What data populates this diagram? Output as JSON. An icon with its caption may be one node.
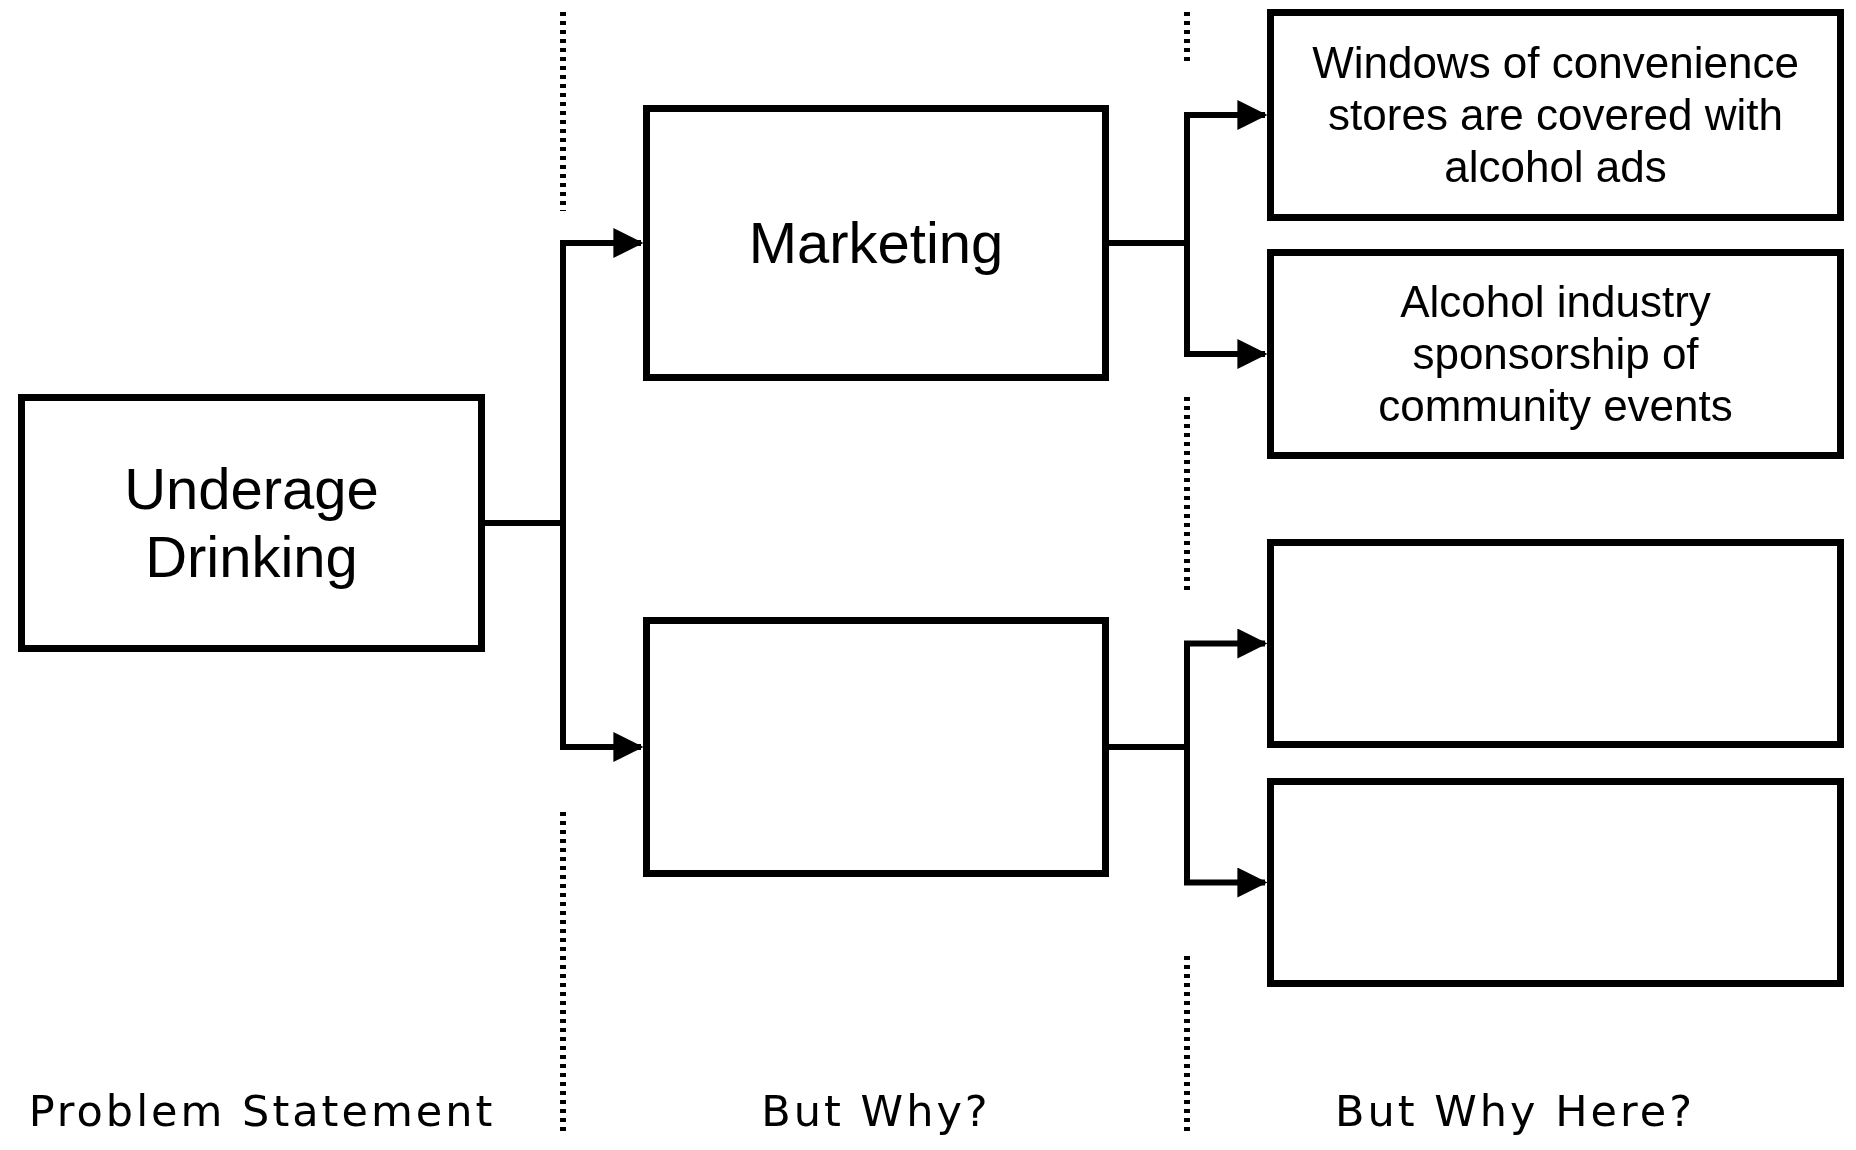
{
  "diagram": {
    "nodes": [
      {
        "text": [
          "Underage Drinking"
        ]
      },
      {
        "text": [
          "Marketing"
        ]
      },
      {
        "text": [],
        "shape": "box"
      },
      {
        "text": [
          "Windows of convenience stores are covered with alcohol ads"
        ]
      },
      {
        "text": [
          "Alcohol industry sponsorship of community events"
        ]
      },
      {
        "text": [],
        "shape": "box"
      },
      {
        "text": [],
        "shape": "box"
      }
    ],
    "edges": [
      {
        "from": 0,
        "to": 1,
        "arrow": "to"
      },
      {
        "from": 0,
        "to": 2,
        "arrow": "to"
      },
      {
        "from": 1,
        "to": 3,
        "arrow": "to"
      },
      {
        "from": 1,
        "to": 4,
        "arrow": "to"
      },
      {
        "from": 2,
        "to": 5,
        "arrow": "to"
      },
      {
        "from": 2,
        "to": 6,
        "arrow": "to"
      }
    ],
    "labels": [
      "Problem Statement",
      "But Why?",
      "But Why Here?"
    ]
  }
}
